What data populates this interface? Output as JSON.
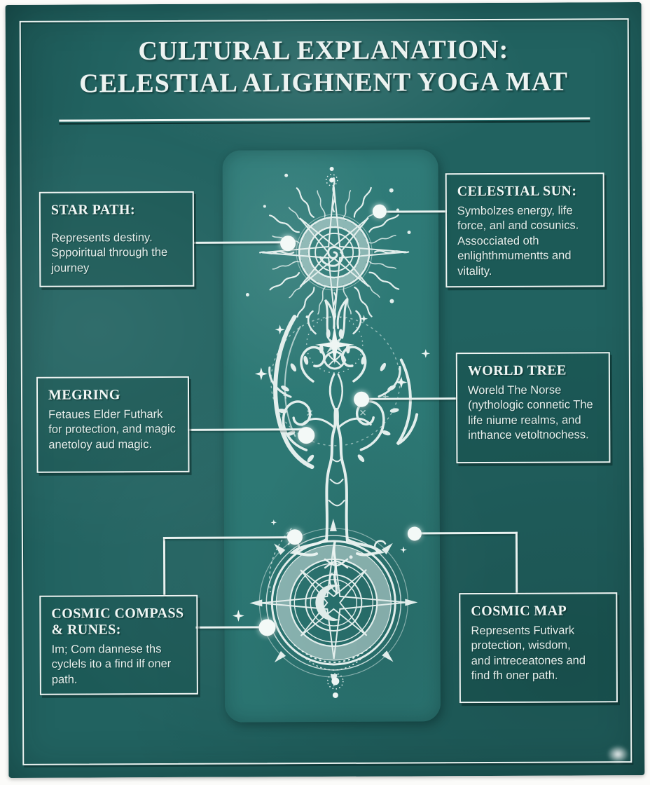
{
  "title": {
    "line1": "CULTURAL EXPLANATION:",
    "line2": "CELESTIAL ALIGHNENT YOGA MAT"
  },
  "colors": {
    "card_background": "#216260",
    "mat_background": "#2d7874",
    "line_and_text": "#eef5f3",
    "box_shadow": "#063C3A"
  },
  "callouts": {
    "star_path": {
      "heading": "STAR PATH:",
      "body": "Represents destiny.\nSppoiritual through the\njourney"
    },
    "celestial_sun": {
      "heading": "CELESTIAL SUN:",
      "body": "Symbolzes energy, life\nforce, anl and cosunics.\nAssocciated oth\nenlighthmumentts and\nvitality."
    },
    "megring": {
      "heading": "MEGRING",
      "body": "Fetaues Elder Futhark\nfor protection, and magic\nanetoloy aud magic."
    },
    "world_tree": {
      "heading": "WORLD TREE",
      "body": "Woreld The Norse\n(nythologic connetic The\nlife niume realms, and\ninthance vetoltnochess."
    },
    "cosmic_compass": {
      "heading": "COSMIC COMPASS\n& RUNES:",
      "body": "Im; Com dannese ths\ncyclels ito a find ilf oner\npath."
    },
    "cosmic_map": {
      "heading": "COSMIC MAP",
      "body": "Represents Futivark\nprotection, wisdom,\nand intreceatones and\nfind fh oner path."
    }
  },
  "mat": {
    "description": "Yoga mat artwork",
    "elements": [
      "celestial-sun",
      "north-star",
      "world-tree",
      "cosmic-compass-with-runes",
      "crescent-moon"
    ]
  }
}
